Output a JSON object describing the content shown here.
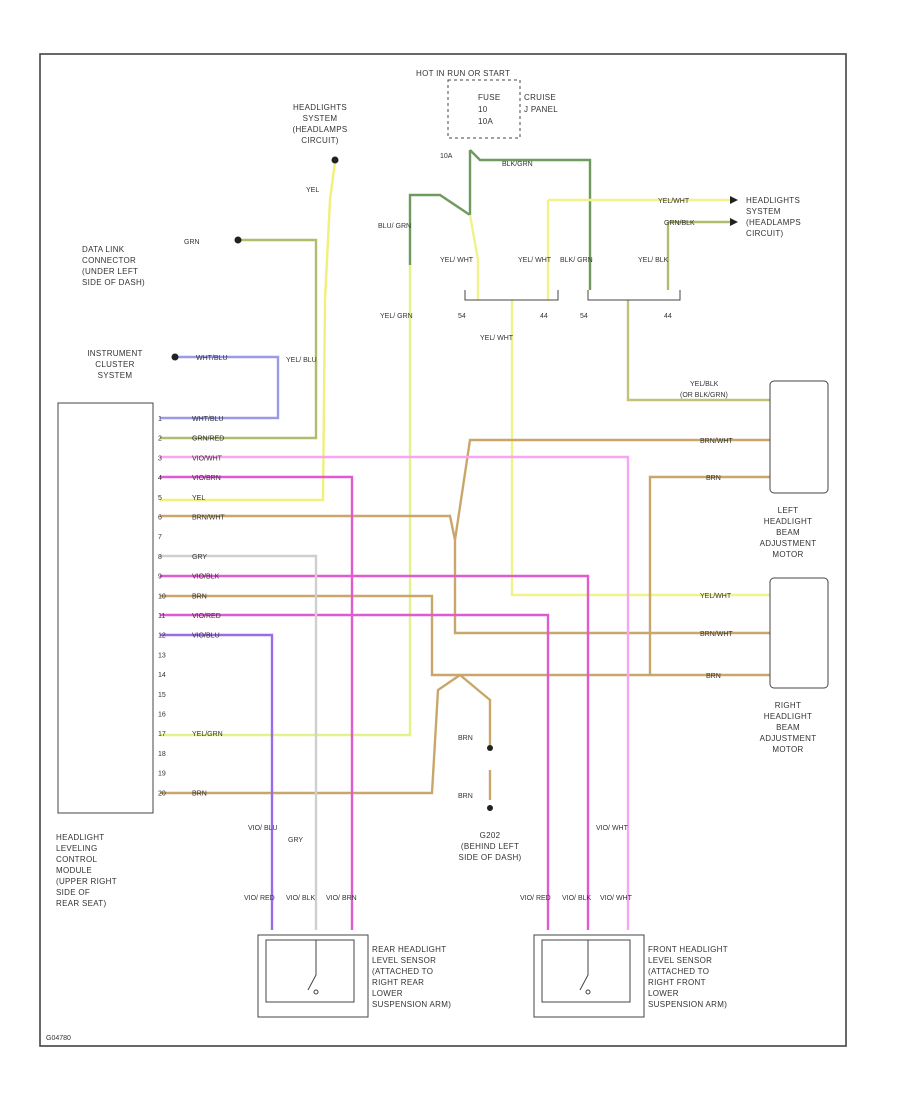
{
  "labels": {
    "headlight_sys_top": [
      "HEADLIGHTS",
      "SYSTEM",
      "(HEADLAMPS",
      "CIRCUIT)"
    ],
    "headlight_sys_right": [
      "HEADLIGHTS",
      "SYSTEM",
      "(HEADLAMPS",
      "CIRCUIT)"
    ],
    "hot_in_run": "HOT IN RUN OR START",
    "fuse": [
      "FUSE",
      "10",
      "10A"
    ],
    "cruise": [
      "CRUISE",
      "J PANEL"
    ],
    "data_link": [
      "DATA LINK",
      "CONNECTOR",
      "(UNDER LEFT",
      "SIDE OF DASH)"
    ],
    "instrument_cluster": [
      "INSTRUMENT",
      "CLUSTER",
      "SYSTEM"
    ],
    "control_module": [
      "HEADLIGHT",
      "LEVELING",
      "CONTROL",
      "MODULE",
      "(UPPER RIGHT",
      "SIDE OF",
      "REAR SEAT)"
    ],
    "left_motor": [
      "LEFT",
      "HEADLIGHT",
      "BEAM",
      "ADJUSTMENT",
      "MOTOR"
    ],
    "right_motor": [
      "RIGHT",
      "HEADLIGHT",
      "BEAM",
      "ADJUSTMENT",
      "MOTOR"
    ],
    "ground": [
      "G202",
      "(BEHIND LEFT",
      "SIDE OF DASH)"
    ],
    "rear_sensor": [
      "REAR HEADLIGHT",
      "LEVEL SENSOR",
      "(ATTACHED TO",
      "RIGHT REAR",
      "LOWER",
      "SUSPENSION ARM)"
    ],
    "front_sensor": [
      "FRONT HEADLIGHT",
      "LEVEL SENSOR",
      "(ATTACHED TO",
      "RIGHT FRONT",
      "LOWER",
      "SUSPENSION ARM)"
    ],
    "footer_code": "G04780"
  },
  "wires": {
    "yel": "YEL",
    "grn": "GRN",
    "wht_blu": "WHT/BLU",
    "yel_blu": "YEL/ BLU",
    "blu_grn": "BLU/ GRN",
    "yel_grn": "YEL/ GRN",
    "yel_wht": "YEL/ WHT",
    "blk_grn": "BLK/ GRN",
    "yel_blk": "YEL/ BLK",
    "blk_grn_top": "BLK/GRN",
    "yel_wht_r": "YEL/WHT",
    "grn_blk_r": "GRN/BLK",
    "yel_blk_r": "YEL/BLK",
    "or_blk_grn": "(OR BLK/GRN)",
    "brn_wht": "BRN/WHT",
    "brn": "BRN",
    "gry": "GRY",
    "vio_red": "VIO/ RED",
    "vio_blk": "VIO/ BLK",
    "vio_brn": "VIO/ BRN",
    "vio_blu": "VIO/ BLU",
    "vio_wht": "VIO/ WHT",
    "ten_a": "10A"
  },
  "pins": {
    "module_left": [
      "1",
      "2",
      "3",
      "4",
      "5",
      "6",
      "7",
      "8",
      "9",
      "10",
      "11",
      "12",
      "13",
      "14",
      "15",
      "16",
      "17",
      "18",
      "19",
      "20"
    ],
    "module_labels": [
      "WHT/BLU",
      "GRN/RED",
      "VIO/WHT",
      "VIO/BRN",
      "YEL",
      "BRN/WHT",
      "",
      "GRY",
      "VIO/BLK",
      "BRN",
      "VIO/RED",
      "VIO/BLU",
      "",
      "",
      "",
      "",
      "YEL/GRN",
      "",
      "",
      "BRN"
    ],
    "relay": [
      "54",
      "44",
      "54",
      "44"
    ]
  },
  "colors": {
    "yellow": "#f2f28a",
    "green": "#b7c27a",
    "dark_green": "#6f9a5e",
    "tan": "#c9a66b",
    "pink": "#f7a6f2",
    "magenta": "#e05ad0",
    "violet": "#9a6ce8",
    "blue_violet": "#8c8ce0",
    "gray": "#cfcfcf",
    "lime": "#e3f28a"
  }
}
